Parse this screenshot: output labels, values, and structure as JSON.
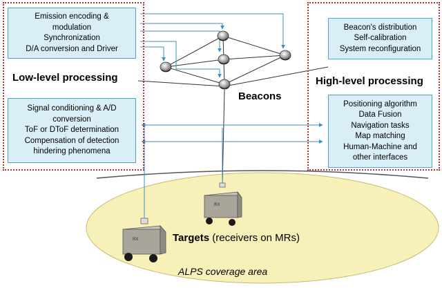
{
  "beacon_functions": [
    "Emission encoding &",
    "modulation",
    "Synchronization",
    "D/A conversion and Driver"
  ],
  "receiver_functions": [
    "Signal conditioning & A/D",
    "conversion",
    "ToF or DToF determination",
    "Compensation of detection",
    "hindering phenomena"
  ],
  "beacon_high_functions": [
    "Beacon's distribution",
    "Self-calibration",
    "System reconfiguration"
  ],
  "high_functions": [
    "Positioning algorithm",
    "Data Fusion",
    "Navigation tasks",
    "Map matching",
    "Human-Machine and",
    "other interfaces"
  ],
  "labels": {
    "low_level": "Low-level processing",
    "high_level": "High-level processing",
    "beacons": "Beacons",
    "targets_bold": "Targets",
    "targets_rest": " (receivers on MRs)",
    "coverage": "ALPS coverage area",
    "rx": "RX"
  },
  "colors": {
    "box_fill": "#d9eef6",
    "box_border": "#4aa3c8",
    "frame": "#b8322a",
    "coverage_fill": "#f7f0b8",
    "robot": "#a9a59a",
    "arrow": "#3b8fc2"
  }
}
